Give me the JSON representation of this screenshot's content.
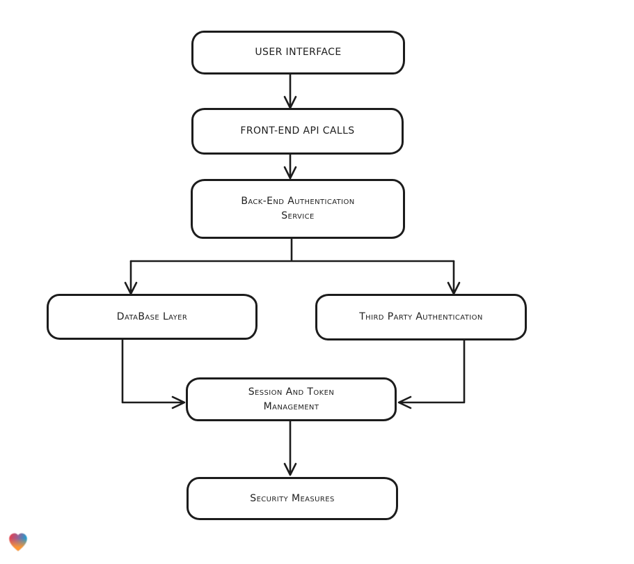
{
  "diagram": {
    "background_color": "#ffffff",
    "stroke_color": "#1c1c1c",
    "node_fill_color": "#ffffff",
    "nodes": [
      {
        "id": "user-interface",
        "label": "USER INTERFACE"
      },
      {
        "id": "front-end-api-calls",
        "label": "FRONT-END API CALLS"
      },
      {
        "id": "back-end-authentication-service",
        "label": "Back-End Authentication\nService"
      },
      {
        "id": "database-layer",
        "label": "DataBase Layer"
      },
      {
        "id": "third-party-authentication",
        "label": "Third Party Authentication"
      },
      {
        "id": "session-and-token-management",
        "label": "Session And Token\nManagement"
      },
      {
        "id": "security-measures",
        "label": "Security Measures"
      }
    ],
    "edges": [
      {
        "from": "user-interface",
        "to": "front-end-api-calls"
      },
      {
        "from": "front-end-api-calls",
        "to": "back-end-authentication-service"
      },
      {
        "from": "back-end-authentication-service",
        "to": "database-layer"
      },
      {
        "from": "back-end-authentication-service",
        "to": "third-party-authentication"
      },
      {
        "from": "database-layer",
        "to": "session-and-token-management"
      },
      {
        "from": "third-party-authentication",
        "to": "session-and-token-management"
      },
      {
        "from": "session-and-token-management",
        "to": "security-measures"
      }
    ]
  },
  "branding": {
    "badge": "heart-logo",
    "colors": {
      "red": "#ef3b44",
      "blue": "#18a0d2",
      "orange": "#ff9632"
    }
  }
}
